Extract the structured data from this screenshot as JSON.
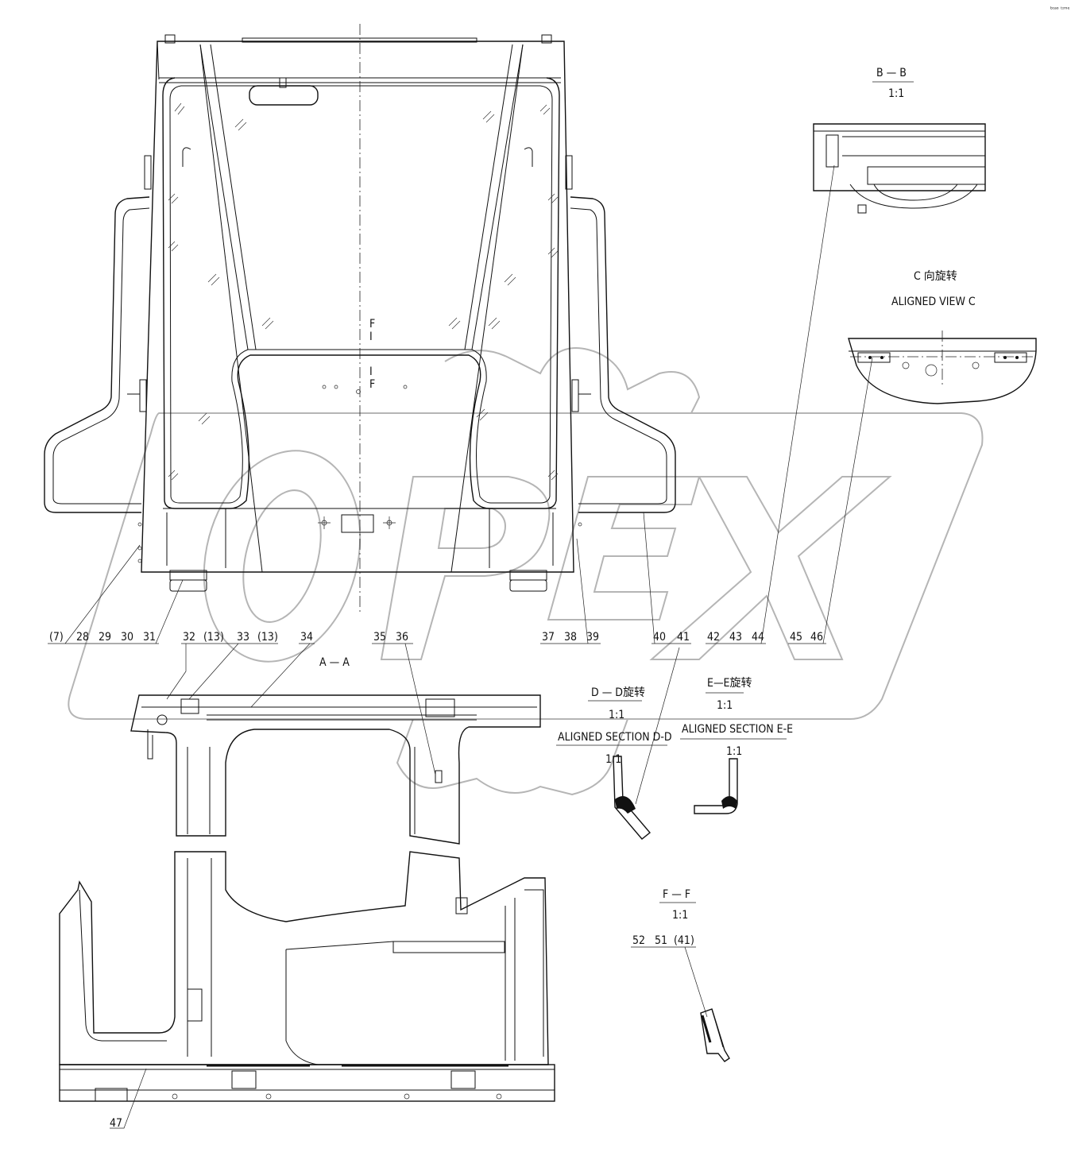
{
  "top_view": {
    "section_marks": [
      "F",
      "I",
      "I",
      "F"
    ],
    "callouts_left": [
      "(7)",
      "28",
      "29",
      "30",
      "31",
      "32",
      "(13)",
      "33",
      "(13)",
      "34"
    ],
    "callouts_mid": [
      "35",
      "36"
    ],
    "callouts_right": [
      "37",
      "38",
      "39",
      "40",
      "41",
      "42",
      "43",
      "44",
      "45",
      "46"
    ]
  },
  "section_bb": {
    "title": "B — B",
    "scale": "1:1"
  },
  "view_c": {
    "title": "C   向旋转",
    "caption": "ALIGNED VIEW  C"
  },
  "section_aa": {
    "title": "A — A",
    "callout": "47"
  },
  "section_dd": {
    "title": "D — D旋转",
    "scale": "1:1",
    "caption": "ALIGNED SECTION  D-D",
    "detail_scale": "1:1"
  },
  "section_ee": {
    "title": "E—E旋转",
    "scale": "1:1",
    "caption": "ALIGNED SECTION  E-E",
    "detail_scale": "1:1"
  },
  "section_ff": {
    "title": "F — F",
    "scale": "1:1",
    "callouts": [
      "52",
      "51",
      "(41)"
    ]
  },
  "watermark": "OPEX",
  "corner_mark": "ᵇᶦᵃᵒ ᵗᶦᵐᵉ"
}
